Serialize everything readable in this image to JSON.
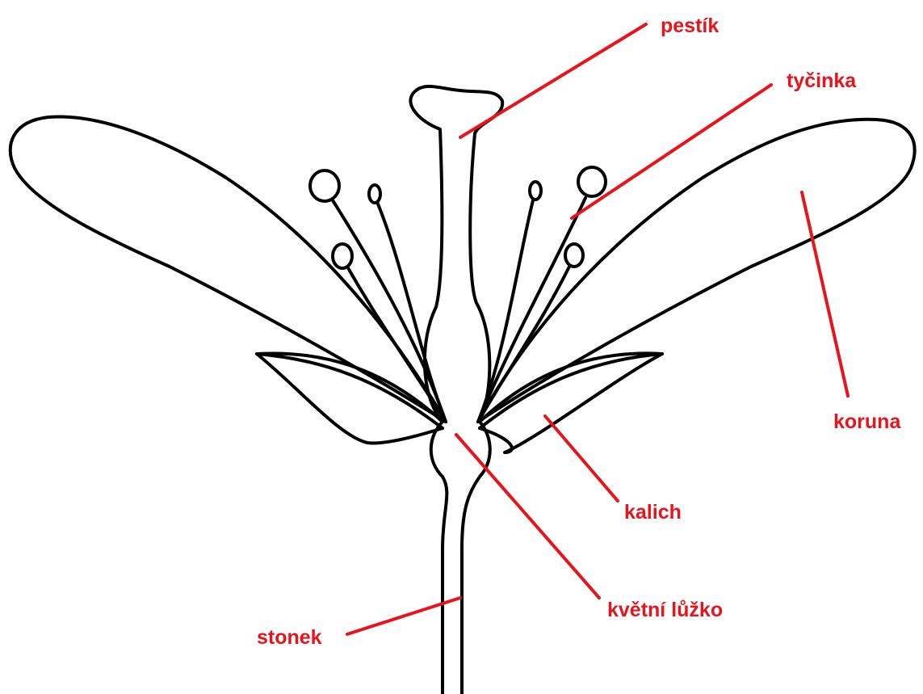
{
  "colors": {
    "outline": "#000000",
    "label": "#e8141c",
    "background": "#ffffff"
  },
  "labels": {
    "pestik": "pestík",
    "tycinka": "tyčinka",
    "koruna": "koruna",
    "kalich": "kalich",
    "kvetni_luzko": "květní lůžko",
    "stonek": "stonek"
  }
}
